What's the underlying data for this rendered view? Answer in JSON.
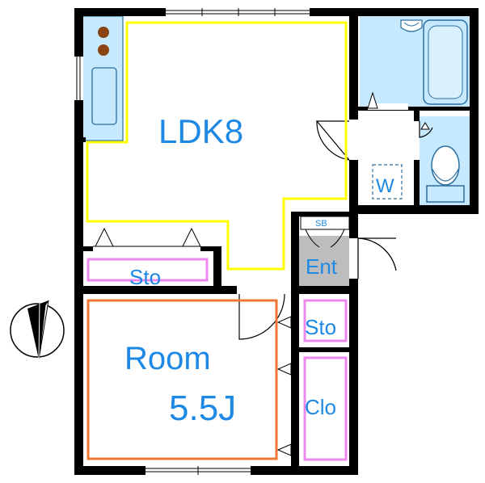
{
  "floorplan": {
    "labels": {
      "ldk": "LDK8",
      "sto_upper": "Sto",
      "ent": "Ent",
      "sb": "SB",
      "w": "W",
      "room": "Room",
      "room_size": "5.5J",
      "sto_right": "Sto",
      "clo": "Clo"
    },
    "colors": {
      "wall": "#000000",
      "label": "#1e88e5",
      "ldk_outline": "#ffff00",
      "room_outline": "#ee7733",
      "storage_outline": "#ee88ee",
      "fixture_fill": "#c7e9ff",
      "fixture_stroke": "#2a6fa0",
      "entrance_fill": "#bdbdbd",
      "stove_burner": "#8b4513"
    }
  }
}
